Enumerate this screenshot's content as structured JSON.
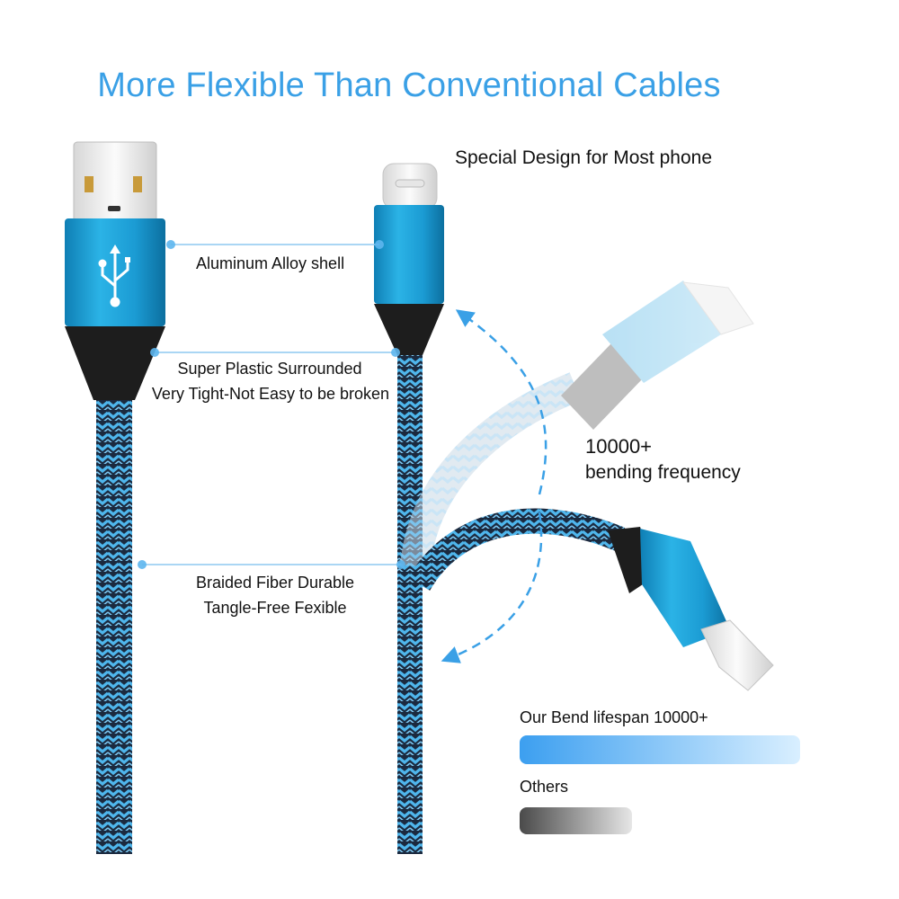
{
  "header": {
    "title": "More  Flexible Than Conventional Cables"
  },
  "labels": {
    "special_design": "Special Design for Most phone",
    "aluminum": "Aluminum Alloy shell",
    "plastic_line1": "Super Plastic Surrounded",
    "plastic_line2": "Very Tight-Not Easy to be broken",
    "braided_line1": "Braided Fiber Durable",
    "braided_line2": "Tangle-Free Fexible",
    "bending_count": "10000+",
    "bending_text": "bending frequency"
  },
  "comparison": {
    "ours_label": "Our Bend lifespan 10000+",
    "ours_level": 1.0,
    "others_label": "Others",
    "others_level": 0.4
  },
  "colors": {
    "accent": "#3aa0e6",
    "connector_blue": "#1fa2d6",
    "braid_blue": "#4fb6ec",
    "braid_dark": "#1b2a3f",
    "ours_bar_start": "#3c9ff0",
    "ours_bar_end": "#d9efff",
    "others_bar_start": "#4a4a4a",
    "others_bar_end": "#e6e6e6"
  }
}
